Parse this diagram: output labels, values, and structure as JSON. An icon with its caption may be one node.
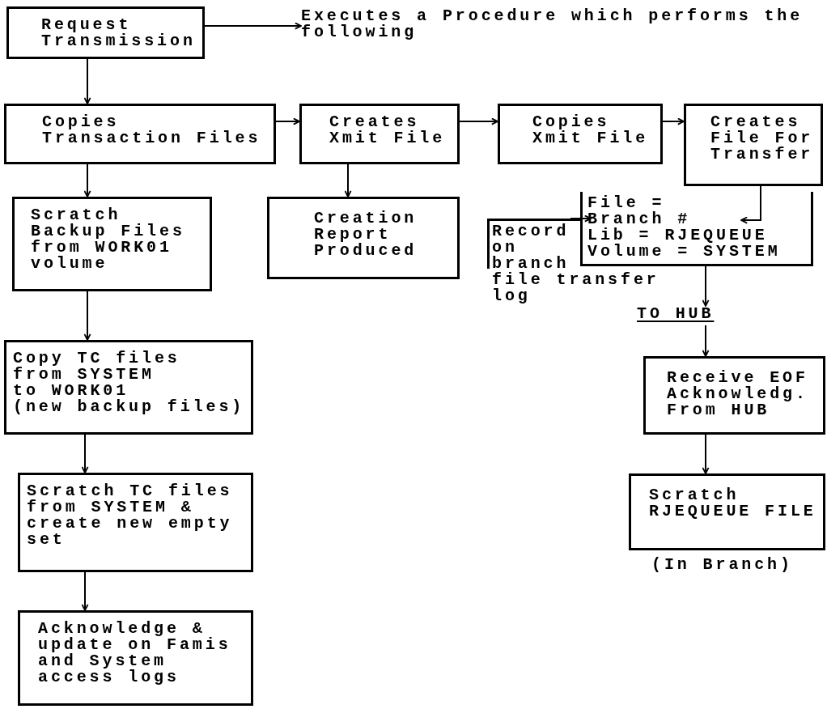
{
  "diagram": {
    "nodes": [
      {
        "text": [
          "Request Transmission"
        ]
      },
      {
        "text": [
          "Executes a Procedure which performs the following"
        ]
      },
      {
        "text": [
          "Copies Transaction Files"
        ]
      },
      {
        "text": [
          "Creates Xmit File"
        ]
      },
      {
        "text": [
          "Copies Xmit File"
        ]
      },
      {
        "text": [
          "Creates File For Transfer"
        ]
      },
      {
        "text": [
          "Scratch Backup Files from WORK01 volume"
        ]
      },
      {
        "text": [
          "Creation Report Produced"
        ]
      },
      {
        "text": [
          "Copy TC files from SYSTEM to WORK01 (new backup files)"
        ]
      },
      {
        "text": [
          "Scratch TC files from SYSTEM & create new empty set"
        ]
      },
      {
        "text": [
          "Acknowledge & update on Famis and System access logs"
        ]
      },
      {
        "text": [
          "File = Branch # Lib = RJEQUEUE Volume = SYSTEM"
        ]
      },
      {
        "text": [
          "Record on branch file transfer log"
        ]
      },
      {
        "text": [
          "TO HUB"
        ]
      },
      {
        "text": [
          "Receive EOF Acknowledg. From HUB"
        ]
      },
      {
        "text": [
          "Scratch RJEQUEUE FILE"
        ],
        "beside": [
          "(In Branch)"
        ]
      }
    ],
    "edges": [
      {
        "from": 0,
        "to": 1,
        "arrow": "to"
      },
      {
        "from": 0,
        "to": 2,
        "arrow": "to"
      },
      {
        "from": 2,
        "to": 3,
        "arrow": "to"
      },
      {
        "from": 3,
        "to": 4,
        "arrow": "to"
      },
      {
        "from": 4,
        "to": 5,
        "arrow": "to"
      },
      {
        "from": 2,
        "to": 6,
        "arrow": "to"
      },
      {
        "from": 3,
        "to": 7,
        "arrow": "to"
      },
      {
        "from": 6,
        "to": 8,
        "arrow": "to"
      },
      {
        "from": 8,
        "to": 9,
        "arrow": "to"
      },
      {
        "from": 9,
        "to": 10,
        "arrow": "to"
      },
      {
        "from": 5,
        "to": 11,
        "arrow": "to"
      },
      {
        "from": 12,
        "to": 11,
        "arrow": "to"
      },
      {
        "from": 11,
        "to": 13,
        "arrow": "to"
      },
      {
        "from": 13,
        "to": 14,
        "arrow": "to"
      },
      {
        "from": 14,
        "to": 15,
        "arrow": "to"
      }
    ]
  }
}
